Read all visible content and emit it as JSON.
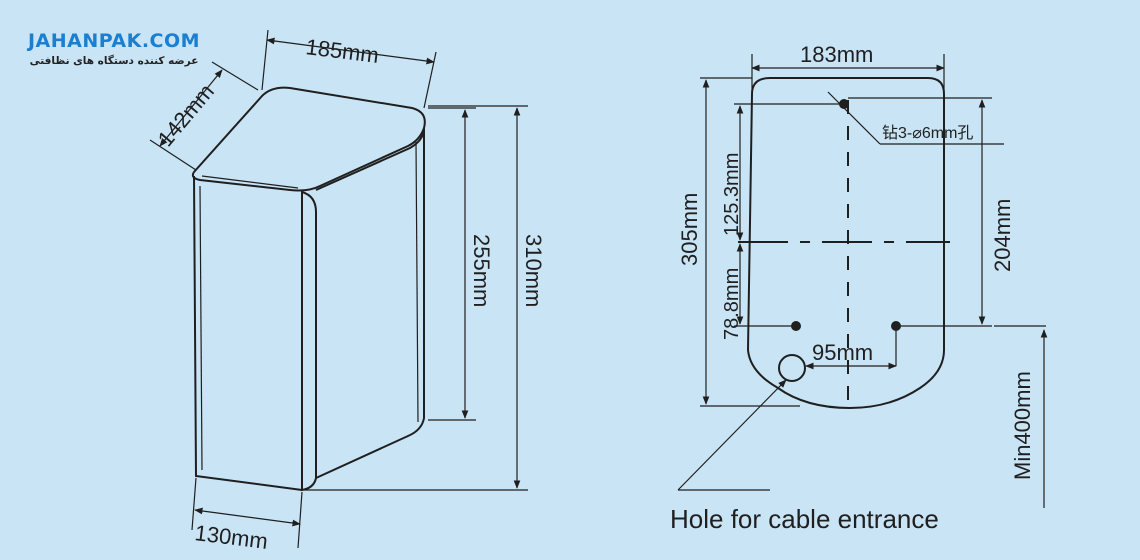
{
  "brand": {
    "name": "JAHANPAK.COM",
    "tagline": "عرضه کننده دستگاه های نظافتی"
  },
  "side_view": {
    "top_length": "185mm",
    "top_depth": "142mm",
    "body_height": "255mm",
    "total_height": "310mm",
    "bottom_width": "130mm"
  },
  "front_view": {
    "width": "183mm",
    "total_height": "305mm",
    "upper_offset": "125.3mm",
    "lower_offset": "78.8mm",
    "hole_spacing_height": "204mm",
    "hole_spacing_width": "95mm",
    "drill_note": "钻3-⌀6mm孔",
    "min_mounting_height": "Min400mm",
    "cable_hole_label": "Hole for cable entrance"
  },
  "colors": {
    "background": "#c9e4f5",
    "brand": "#1a7fd0",
    "line": "#1f1f1f"
  }
}
